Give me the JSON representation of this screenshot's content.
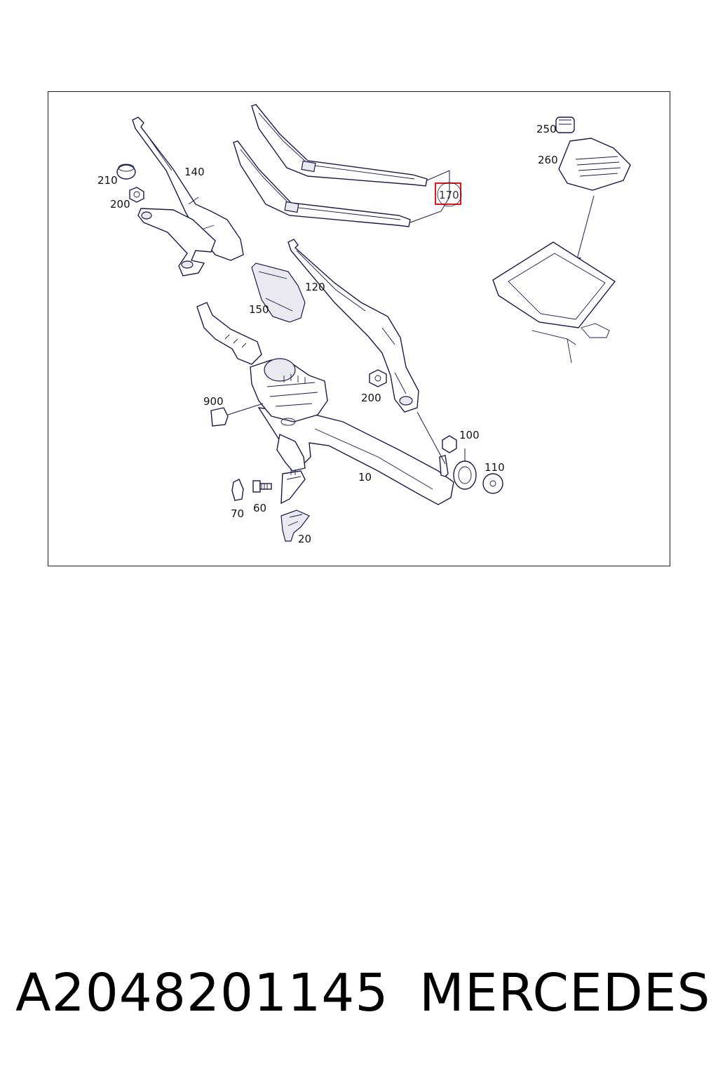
{
  "callouts": {
    "c10": "10",
    "c20": "20",
    "c60": "60",
    "c70": "70",
    "c100": "100",
    "c110": "110",
    "c120": "120",
    "c140": "140",
    "c150": "150",
    "c170": "170",
    "c200a": "200",
    "c200b": "200",
    "c210": "210",
    "c250": "250",
    "c260": "260",
    "c900": "900"
  },
  "highlighted_callout": "170",
  "colors": {
    "highlight": "#e8141c",
    "linework": "#1a1a4a",
    "frame": "#222222"
  },
  "caption": {
    "part_number": "A2048201145",
    "brand": "MERCEDES"
  }
}
